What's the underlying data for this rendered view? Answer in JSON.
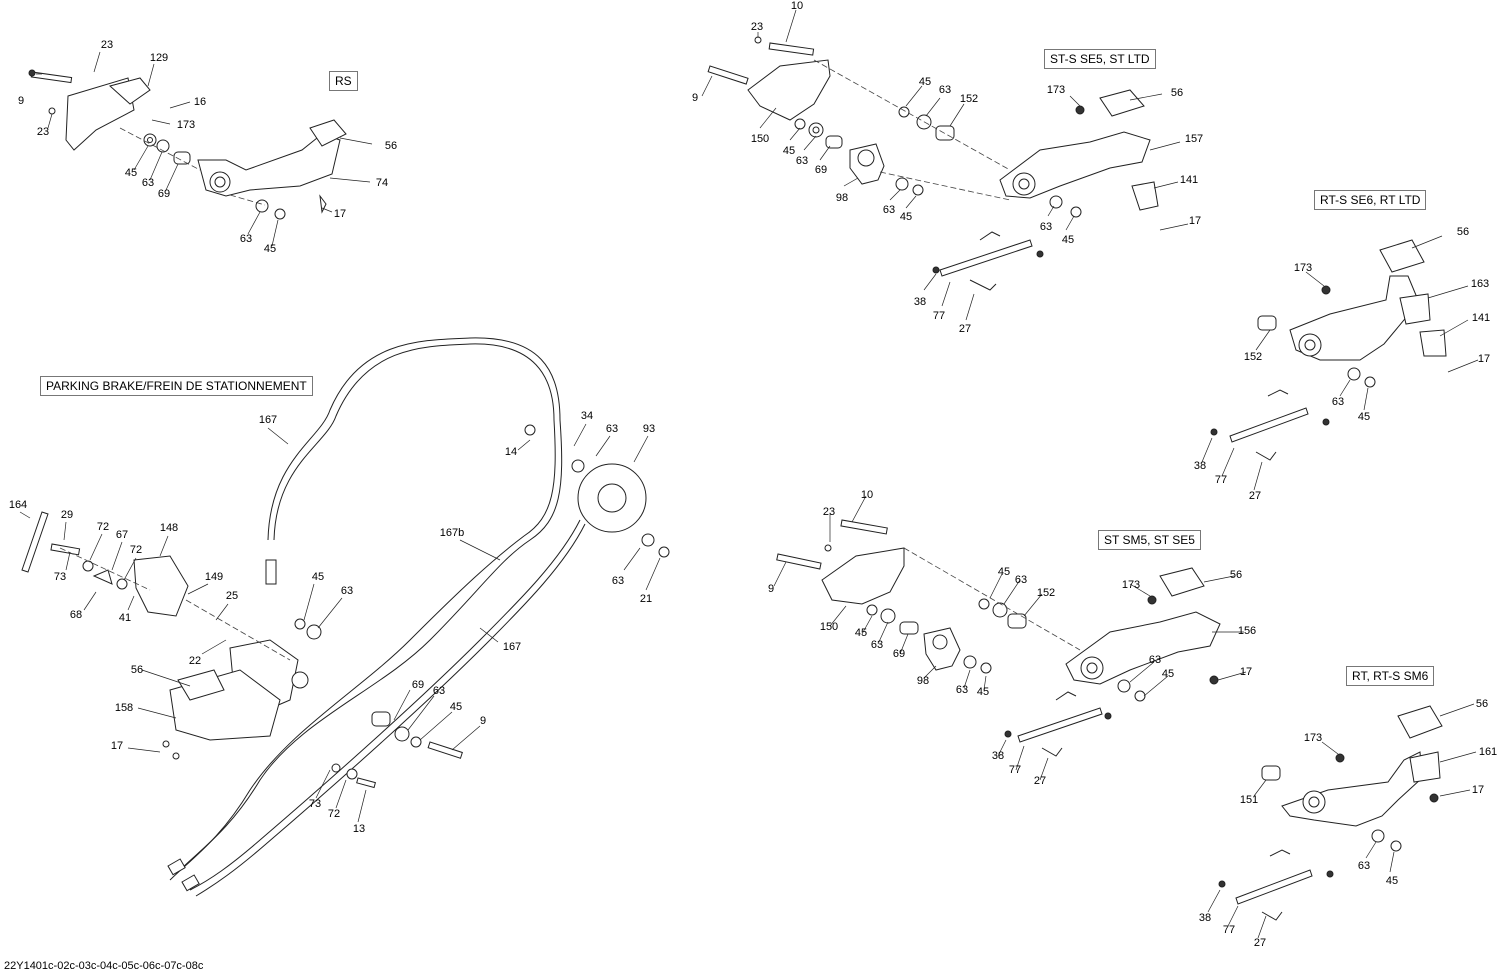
{
  "footer": "22Y1401c-02c-03c-04c-05c-06c-07c-08c",
  "variants": [
    {
      "id": "rs",
      "text": "RS"
    },
    {
      "id": "st-s-se5",
      "text": "ST-S SE5, ST LTD"
    },
    {
      "id": "rt-s-se6",
      "text": "RT-S SE6, RT LTD"
    },
    {
      "id": "parking-brake",
      "text": "PARKING BRAKE/FREIN DE STATIONNEMENT"
    },
    {
      "id": "st-sm5",
      "text": "ST SM5, ST SE5"
    },
    {
      "id": "rt-rt-s-sm6",
      "text": "RT, RT-S SM6"
    }
  ],
  "callouts": [
    {
      "n": "23"
    },
    {
      "n": "129"
    },
    {
      "n": "9"
    },
    {
      "n": "16"
    },
    {
      "n": "173"
    },
    {
      "n": "23"
    },
    {
      "n": "56"
    },
    {
      "n": "45"
    },
    {
      "n": "63"
    },
    {
      "n": "69"
    },
    {
      "n": "74"
    },
    {
      "n": "17"
    },
    {
      "n": "63"
    },
    {
      "n": "45"
    },
    {
      "n": "10"
    },
    {
      "n": "23"
    },
    {
      "n": "9"
    },
    {
      "n": "45"
    },
    {
      "n": "63"
    },
    {
      "n": "152"
    },
    {
      "n": "173"
    },
    {
      "n": "56"
    },
    {
      "n": "150"
    },
    {
      "n": "45"
    },
    {
      "n": "63"
    },
    {
      "n": "69"
    },
    {
      "n": "157"
    },
    {
      "n": "98"
    },
    {
      "n": "63"
    },
    {
      "n": "45"
    },
    {
      "n": "141"
    },
    {
      "n": "63"
    },
    {
      "n": "45"
    },
    {
      "n": "17"
    },
    {
      "n": "38"
    },
    {
      "n": "77"
    },
    {
      "n": "27"
    },
    {
      "n": "56"
    },
    {
      "n": "173"
    },
    {
      "n": "163"
    },
    {
      "n": "141"
    },
    {
      "n": "152"
    },
    {
      "n": "17"
    },
    {
      "n": "63"
    },
    {
      "n": "45"
    },
    {
      "n": "38"
    },
    {
      "n": "77"
    },
    {
      "n": "27"
    },
    {
      "n": "167"
    },
    {
      "n": "34"
    },
    {
      "n": "63"
    },
    {
      "n": "93"
    },
    {
      "n": "14"
    },
    {
      "n": "164"
    },
    {
      "n": "29"
    },
    {
      "n": "72"
    },
    {
      "n": "67"
    },
    {
      "n": "148"
    },
    {
      "n": "72"
    },
    {
      "n": "73"
    },
    {
      "n": "149"
    },
    {
      "n": "68"
    },
    {
      "n": "41"
    },
    {
      "n": "25"
    },
    {
      "n": "167b"
    },
    {
      "n": "45"
    },
    {
      "n": "63"
    },
    {
      "n": "63"
    },
    {
      "n": "21"
    },
    {
      "n": "22"
    },
    {
      "n": "167"
    },
    {
      "n": "56"
    },
    {
      "n": "69"
    },
    {
      "n": "63"
    },
    {
      "n": "158"
    },
    {
      "n": "45"
    },
    {
      "n": "9"
    },
    {
      "n": "17"
    },
    {
      "n": "73"
    },
    {
      "n": "72"
    },
    {
      "n": "13"
    },
    {
      "n": "10"
    },
    {
      "n": "23"
    },
    {
      "n": "9"
    },
    {
      "n": "45"
    },
    {
      "n": "63"
    },
    {
      "n": "152"
    },
    {
      "n": "173"
    },
    {
      "n": "56"
    },
    {
      "n": "150"
    },
    {
      "n": "45"
    },
    {
      "n": "63"
    },
    {
      "n": "69"
    },
    {
      "n": "156"
    },
    {
      "n": "98"
    },
    {
      "n": "63"
    },
    {
      "n": "45"
    },
    {
      "n": "63"
    },
    {
      "n": "45"
    },
    {
      "n": "17"
    },
    {
      "n": "38"
    },
    {
      "n": "77"
    },
    {
      "n": "27"
    },
    {
      "n": "56"
    },
    {
      "n": "173"
    },
    {
      "n": "161"
    },
    {
      "n": "151"
    },
    {
      "n": "17"
    },
    {
      "n": "63"
    },
    {
      "n": "45"
    },
    {
      "n": "38"
    },
    {
      "n": "77"
    },
    {
      "n": "27"
    }
  ]
}
